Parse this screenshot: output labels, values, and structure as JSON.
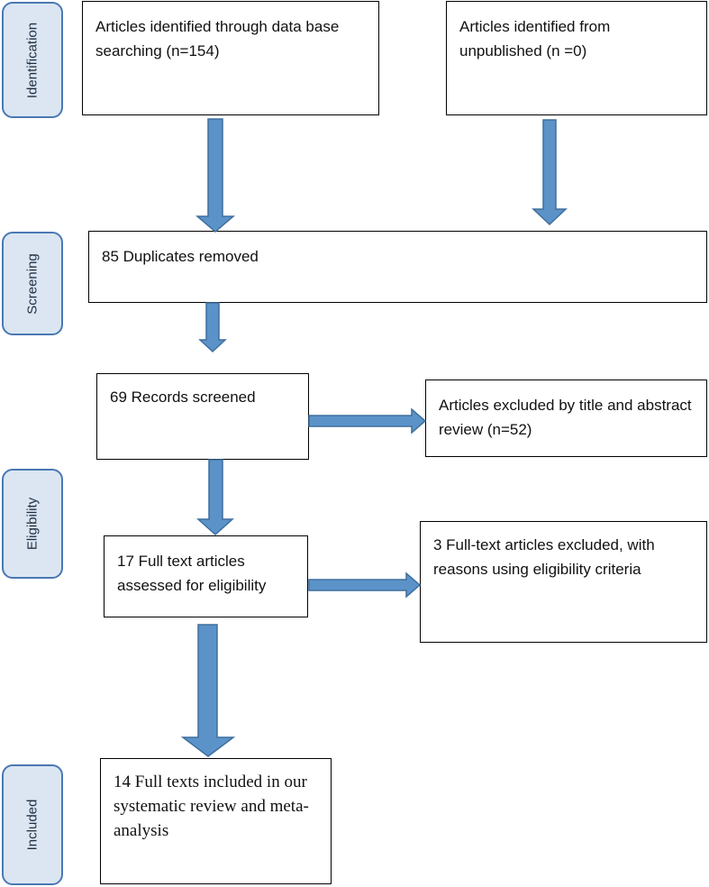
{
  "phases": {
    "identification": "Identification",
    "screening": "Screening",
    "eligibility": "Eligibility",
    "included": "Included"
  },
  "boxes": {
    "database_search": "Articles identified through data base searching (n=154)",
    "unpublished": "Articles identified from unpublished (n =0)",
    "duplicates_removed": "85 Duplicates removed",
    "records_screened": "69 Records screened",
    "excluded_title_abstract": "Articles excluded by title and abstract review (n=52)",
    "full_text_assessed": "17 Full text articles assessed for eligibility",
    "full_text_excluded": "3 Full-text articles excluded, with reasons using eligibility criteria",
    "included_final": "14 Full texts included in our systematic review and meta-analysis"
  },
  "colors": {
    "arrow_fill": "#5b93c9",
    "arrow_stroke": "#3f6f9e",
    "phase_fill": "#dbe6f2",
    "phase_border": "#4a78b3"
  }
}
